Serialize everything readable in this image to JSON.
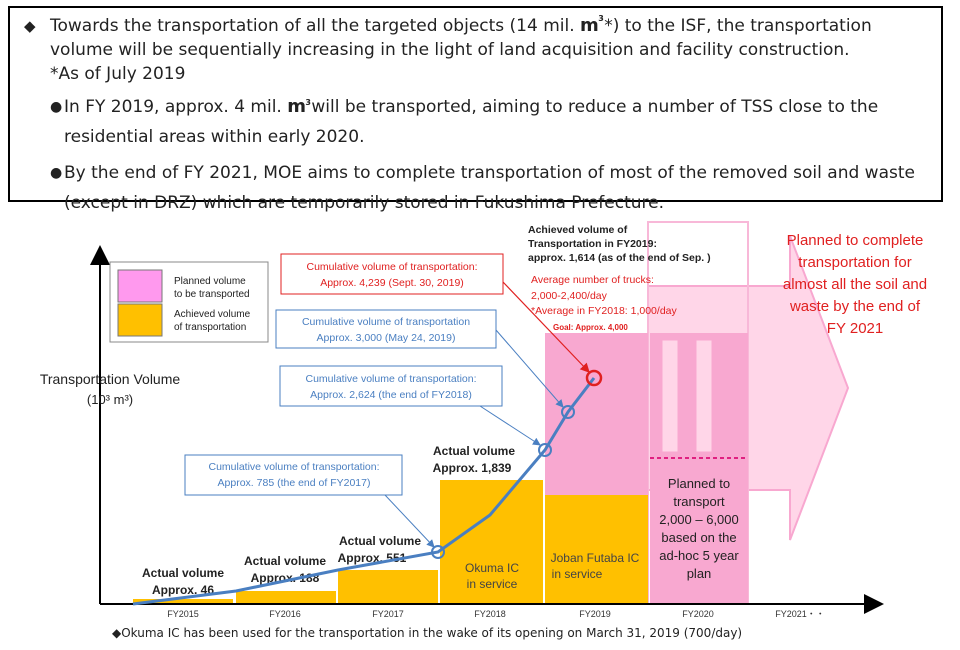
{
  "header": {
    "bullet_main": "Towards the transportation of all the targeted objects (14 mil. ",
    "bullet_main_m": "m",
    "bullet_main_sup": "3",
    "bullet_main_tail": " *) to the ISF, the transportation",
    "bullet_main_line2": "volume will be sequentially increasing in the light of land acquisition and facility construction.",
    "bullet_main_note": "*As of July 2019",
    "sub1_a": "In FY 2019, approx. 4 mil. ",
    "sub1_m": "m",
    "sub1_sup": "3",
    "sub1_b": " will be transported, aiming to reduce a number of TSS close to the",
    "sub1_line2": "residential areas within early 2020.",
    "sub2_line1": "By the end of  FY 2021, MOE aims to complete transportation of most of the removed soil and waste",
    "sub2_line2": "(except in DRZ) which are temporarily stored in Fukushima Prefecture."
  },
  "chart_data": {
    "type": "bar",
    "ylabel": "Transportation Volume",
    "yunit": "(10³ m³)",
    "categories": [
      "FY2015",
      "FY2016",
      "FY2017",
      "FY2018",
      "FY2019",
      "FY2020",
      "FY2021・・"
    ],
    "series": [
      {
        "name": "Achieved volume of transportation",
        "values": [
          46,
          188,
          551,
          1839,
          1614,
          null,
          null
        ],
        "color": "#ffc000"
      },
      {
        "name": "Planned volume to be transported",
        "values": [
          null,
          null,
          null,
          null,
          4000,
          6000,
          6000
        ],
        "color": "#f8a8d0"
      }
    ],
    "cumulative_points": [
      {
        "label": "Approx. 785 (the end of FY2017)",
        "value": 785
      },
      {
        "label": "Approx. 2,624 (the end of FY2018)",
        "value": 2624
      },
      {
        "label": "Approx. 3,000 (May 24, 2019)",
        "value": 3000
      },
      {
        "label": "Approx. 4,239 (Sept. 30, 2019)",
        "value": 4239
      }
    ],
    "legend": {
      "planned": "Planned volume",
      "planned2": "to be transported",
      "achieved": "Achieved volume",
      "achieved2": "of transportation"
    },
    "bar_labels": {
      "fy2015_a": "Actual volume",
      "fy2015_b": "Approx. 46",
      "fy2016_a": "Actual volume",
      "fy2016_b": "Approx. 188",
      "fy2017_a": "Actual volume",
      "fy2017_b": "Approx. 551",
      "fy2018_a": "Actual volume",
      "fy2018_b": "Approx. 1,839",
      "okuma_a": "Okuma IC",
      "okuma_b": "in service",
      "joban_a": "Joban Futaba IC",
      "joban_b": "in service",
      "plan_a": "Planned to",
      "plan_b": "transport",
      "plan_c": "2,000 – 6,000",
      "plan_d": "based on the",
      "plan_e": "ad-hoc 5 year",
      "plan_f": "plan"
    },
    "callouts": {
      "cum_title": "Cumulative volume of transportation:",
      "cum_title2": "Cumulative volume of transportation",
      "cum_title3": "Cumulative volume of transportation:",
      "cum_title4": "Cumulative volume of transportation:",
      "fy19_1": "Achieved volume of",
      "fy19_2": "Transportation in FY2019:",
      "fy19_3": "approx. 1,614 (as of the end of Sep. )",
      "trucks_1": "Average number of trucks:",
      "trucks_2": "2,000-2,400/day",
      "trucks_3": "*Average in FY2018: 1,000/day",
      "goal": "Goal: Approx. 4,000",
      "arrow_1": "Planned to complete",
      "arrow_2": "transportation for",
      "arrow_3": "almost all the soil and",
      "arrow_4": "waste by the end of",
      "arrow_5": "FY 2021"
    },
    "footnote": "◆Okuma IC has been used for the transportation in the wake of its opening on March 31, 2019 (700/day)"
  },
  "colors": {
    "achieved": "#ffc000",
    "planned": "#f8a8d0",
    "line": "#4a7fc1",
    "red": "#e02020"
  }
}
